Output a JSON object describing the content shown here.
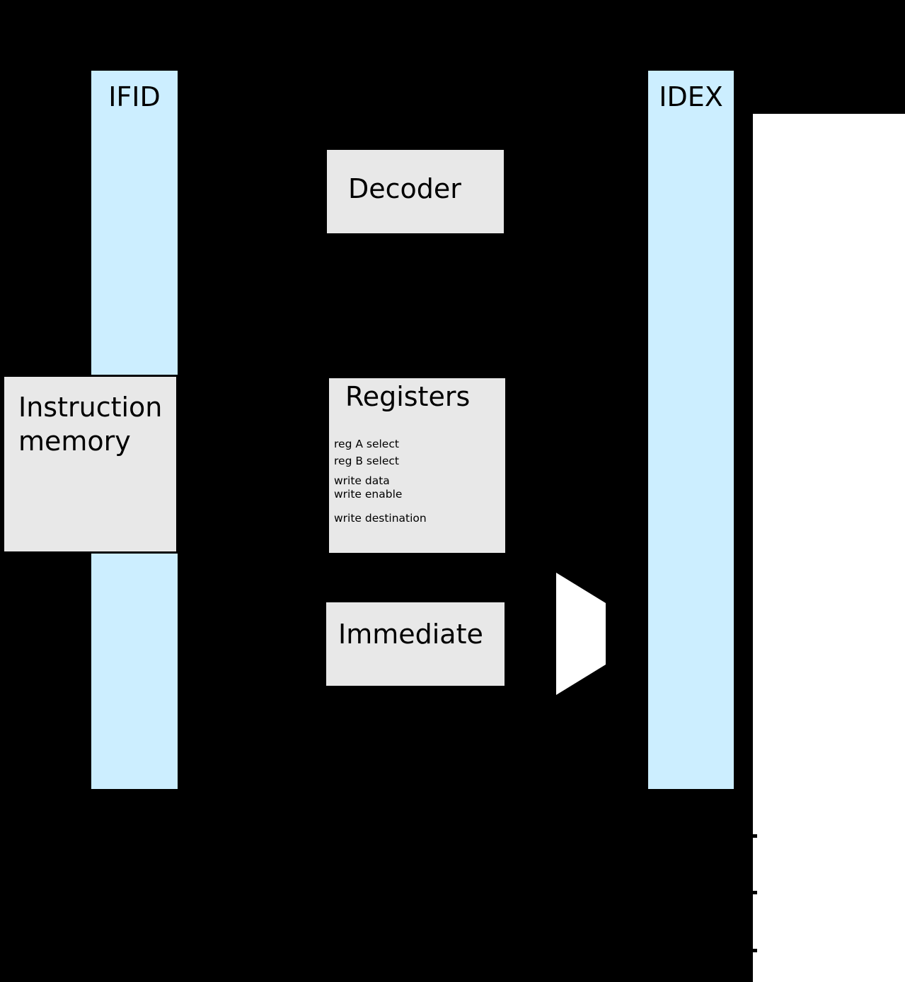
{
  "pipeline": {
    "latches": {
      "ifid": {
        "label": "IFID"
      },
      "idex": {
        "label": "IDEX"
      }
    },
    "blocks": {
      "decoder": {
        "label": "Decoder"
      },
      "instruction_memory": {
        "line1": "Instruction",
        "line2": "memory"
      },
      "registers": {
        "title": "Registers",
        "ports": [
          "reg A select",
          "reg B select",
          "write data",
          "write enable",
          "write destination"
        ]
      },
      "immediate": {
        "label": "Immediate"
      }
    },
    "colors": {
      "background": "#000000",
      "latch_fill": "#cceeff",
      "block_fill": "#e8e8e8",
      "page_white": "#ffffff",
      "ink": "#000000"
    }
  }
}
